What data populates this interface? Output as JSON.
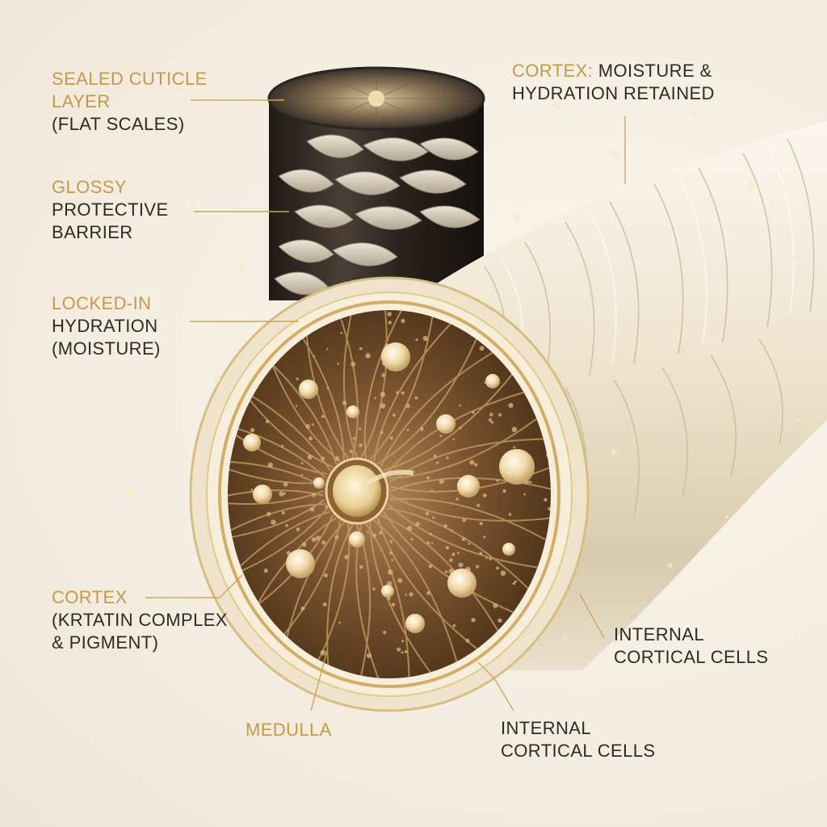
{
  "labels": {
    "sealed_cuticle": {
      "line1": "SEALED CUTICLE",
      "line2": "LAYER",
      "line3": "(FLAT SCALES)"
    },
    "glossy": {
      "line1": "GLOSSY",
      "line2": "PROTECTIVE",
      "line3": "BARRIER"
    },
    "locked_in": {
      "line1": "LOCKED-IN",
      "line2": "HYDRATION",
      "line3": "(MOISTURE)"
    },
    "cortex_left": {
      "line1": "CORTEX",
      "line2": "(KRTATIN COMPLEX",
      "line3": "& PIGMENT)"
    },
    "medulla": {
      "line1": "MEDULLA"
    },
    "cortex_top": {
      "prefix": "CORTEX:",
      "line1_rest": "MOISTURE &",
      "line2": "HYDRATION RETAINED"
    },
    "internal_right": {
      "line1": "INTERNAL",
      "line2": "CORTICAL CELLS"
    },
    "internal_bottom": {
      "line1": "INTERNAL",
      "line2": "CORTICAL CELLS"
    }
  },
  "colors": {
    "accent_gold": "#c29a4a",
    "text_dark": "#2e2a24",
    "cortex_brown": "#6b4a2a",
    "cuticle_cream": "#efe6d2",
    "dark_strand": "#2b2520"
  }
}
